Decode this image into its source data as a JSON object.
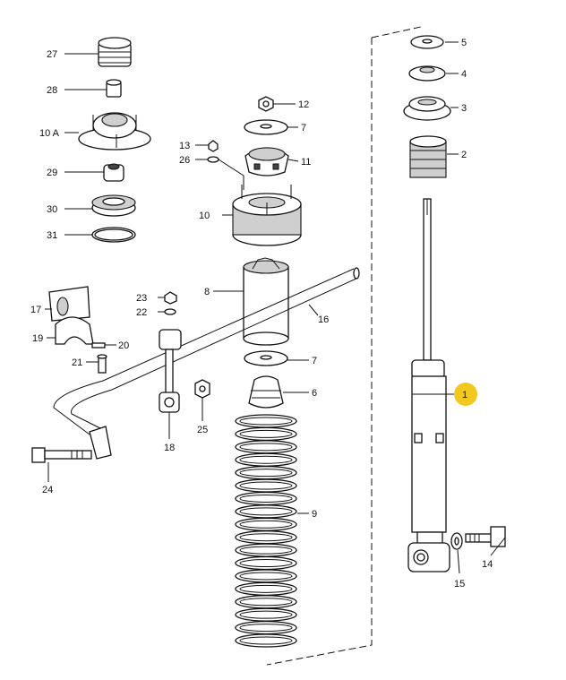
{
  "callouts": [
    {
      "id": "p5",
      "text": "5"
    },
    {
      "id": "p4",
      "text": "4"
    },
    {
      "id": "p3",
      "text": "3"
    },
    {
      "id": "p2",
      "text": "2"
    },
    {
      "id": "p1",
      "text": "1"
    },
    {
      "id": "p14",
      "text": "14"
    },
    {
      "id": "p15",
      "text": "15"
    },
    {
      "id": "p27",
      "text": "27"
    },
    {
      "id": "p28",
      "text": "28"
    },
    {
      "id": "p10a",
      "text": "10 A"
    },
    {
      "id": "p29",
      "text": "29"
    },
    {
      "id": "p30",
      "text": "30"
    },
    {
      "id": "p31",
      "text": "31"
    },
    {
      "id": "p12",
      "text": "12"
    },
    {
      "id": "p7a",
      "text": "7"
    },
    {
      "id": "p13",
      "text": "13"
    },
    {
      "id": "p26",
      "text": "26"
    },
    {
      "id": "p11",
      "text": "11"
    },
    {
      "id": "p10",
      "text": "10"
    },
    {
      "id": "p8",
      "text": "8"
    },
    {
      "id": "p16",
      "text": "16"
    },
    {
      "id": "p23",
      "text": "23"
    },
    {
      "id": "p22",
      "text": "22"
    },
    {
      "id": "p17",
      "text": "17"
    },
    {
      "id": "p19",
      "text": "19"
    },
    {
      "id": "p20",
      "text": "20"
    },
    {
      "id": "p21",
      "text": "21"
    },
    {
      "id": "p7b",
      "text": "7"
    },
    {
      "id": "p6",
      "text": "6"
    },
    {
      "id": "p18",
      "text": "18"
    },
    {
      "id": "p25",
      "text": "25"
    },
    {
      "id": "p24",
      "text": "24"
    },
    {
      "id": "p9",
      "text": "9"
    }
  ],
  "colors": {
    "line": "#111111",
    "highlight": "#f2c81e",
    "background": "#ffffff"
  }
}
